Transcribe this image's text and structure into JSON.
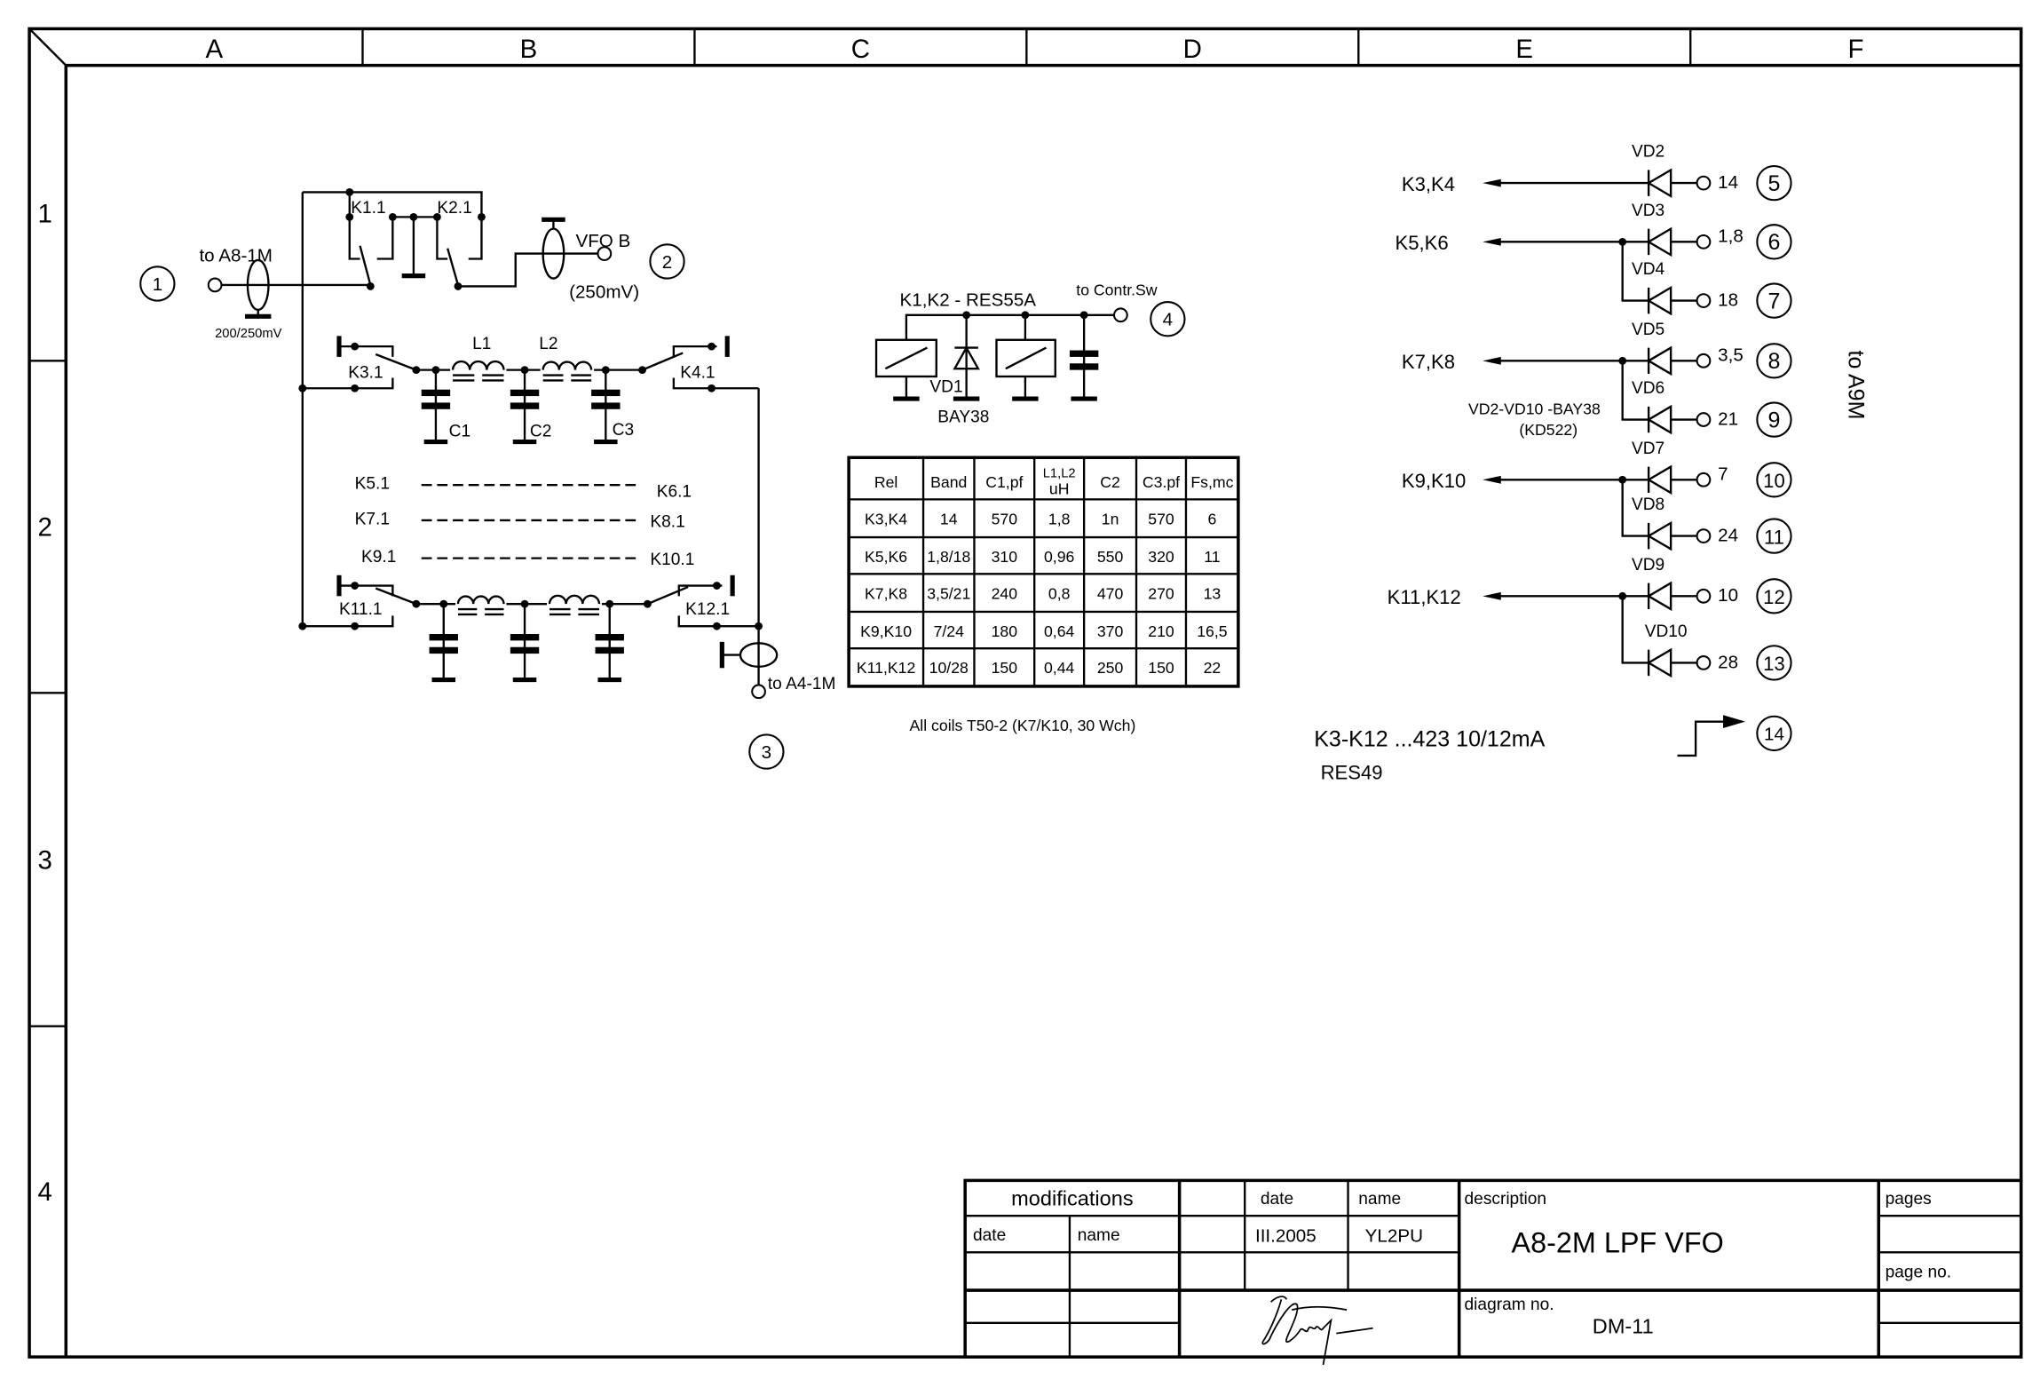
{
  "frame": {
    "columns": [
      "A",
      "B",
      "C",
      "D",
      "E",
      "F"
    ],
    "rows": [
      "1",
      "2",
      "3",
      "4"
    ]
  },
  "input_section": {
    "port1": "1",
    "to_a8": "to A8-1M",
    "level_in": "200/250mV",
    "k1": "K1.1",
    "k2": "K2.1",
    "vfo_b": "VFO B",
    "level_vfo": "(250mV)",
    "port2": "2"
  },
  "filter": {
    "k3": "K3.1",
    "k4": "K4.1",
    "l1": "L1",
    "l2": "L2",
    "c1": "C1",
    "c2": "C2",
    "c3": "C3",
    "dashed_rows": [
      {
        "left": "K5.1",
        "right": "K6.1"
      },
      {
        "left": "K7.1",
        "right": "K8.1"
      },
      {
        "left": "K9.1",
        "right": "K10.1"
      }
    ],
    "k11": "K11.1",
    "k12": "K12.1",
    "to_a4": "to A4-1M",
    "port3": "3"
  },
  "relay_section": {
    "title": "K1,K2 - RES55A",
    "to_contr": "to Contr.Sw",
    "port4": "4",
    "vd1": "VD1",
    "vd1_type": "BAY38"
  },
  "table": {
    "headers": [
      "Rel",
      "Band",
      "C1,pf",
      "L1,L2",
      "C2",
      "C3.pf",
      "Fs,mc"
    ],
    "header_sub_l": "uH",
    "rows": [
      [
        "K3,K4",
        "14",
        "570",
        "1,8",
        "1n",
        "570",
        "6"
      ],
      [
        "K5,K6",
        "1,8/18",
        "310",
        "0,96",
        "550",
        "320",
        "11"
      ],
      [
        "K7,K8",
        "3,5/21",
        "240",
        "0,8",
        "470",
        "270",
        "13"
      ],
      [
        "K9,K10",
        "7/24",
        "180",
        "0,64",
        "370",
        "210",
        "16,5"
      ],
      [
        "K11,K12",
        "10/28",
        "150",
        "0,44",
        "250",
        "150",
        "22"
      ]
    ],
    "caption": "All coils T50-2 (K7/K10, 30 Wch)"
  },
  "band_select": {
    "groups": [
      {
        "label": "K3,K4",
        "diodes": [
          {
            "name": "VD2",
            "band": "14",
            "port": "5"
          }
        ]
      },
      {
        "label": "K5,K6",
        "diodes": [
          {
            "name": "VD3",
            "band": "1,8",
            "port": "6"
          },
          {
            "name": "VD4",
            "band": "18",
            "port": "7"
          }
        ]
      },
      {
        "label": "K7,K8",
        "diodes": [
          {
            "name": "VD5",
            "band": "3,5",
            "port": "8"
          },
          {
            "name": "VD6",
            "band": "21",
            "port": "9"
          }
        ]
      },
      {
        "label": "K9,K10",
        "diodes": [
          {
            "name": "VD7",
            "band": "7",
            "port": "10"
          },
          {
            "name": "VD8",
            "band": "24",
            "port": "11"
          }
        ]
      },
      {
        "label": "K11,K12",
        "diodes": [
          {
            "name": "VD9",
            "band": "10",
            "port": "12"
          },
          {
            "name": "VD10",
            "band": "28",
            "port": "13"
          }
        ]
      }
    ],
    "diode_note": "VD2-VD10 -BAY38",
    "diode_note2": "(KD522)",
    "to_a9m": "to A9M",
    "relay_note": "K3-K12 ...423  10/12mA",
    "relay_type": "RES49",
    "port14": "14"
  },
  "title_block": {
    "modifications": "modifications",
    "date_label": "date",
    "name_label": "name",
    "date_label2": "date",
    "name_label2": "name",
    "date_value": "III.2005",
    "name_value": "YL2PU",
    "description_label": "description",
    "description": "A8-2M LPF VFO",
    "diagram_no_label": "diagram no.",
    "diagram_no": "DM-11",
    "pages_label": "pages",
    "page_no_label": "page no."
  }
}
